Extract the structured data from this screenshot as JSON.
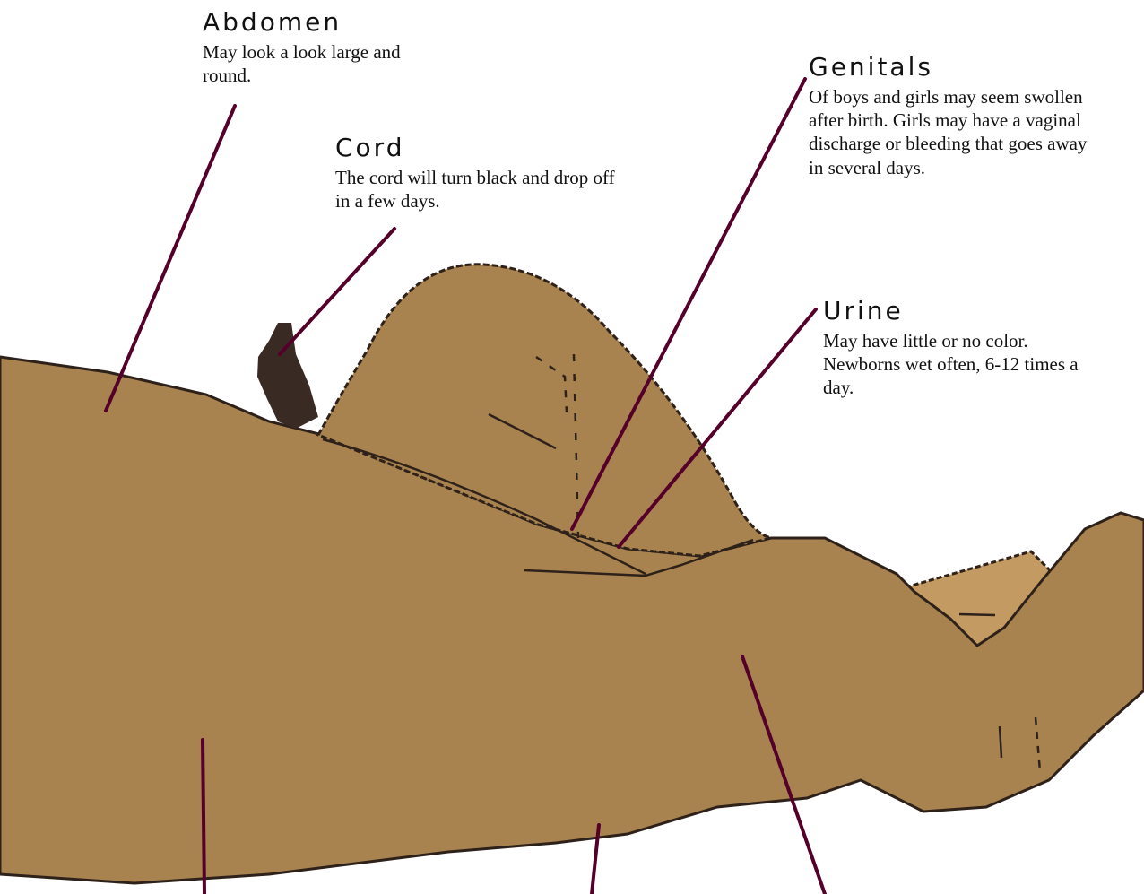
{
  "callouts": {
    "abdomen": {
      "title": "Abdomen",
      "desc": "May look a look large and round."
    },
    "cord": {
      "title": "Cord",
      "desc": "The cord will turn black and drop off in a few days."
    },
    "genitals": {
      "title": "Genitals",
      "desc": "Of boys and girls may seem swollen after birth. Girls may have a vaginal discharge or bleeding that goes away in several days."
    },
    "urine": {
      "title": "Urine",
      "desc": "May have little or no color. Newborns wet often, 6-12 times a day."
    }
  },
  "colors": {
    "skin": "#a8834f",
    "skin_light": "#c49a63",
    "outline": "#2e211a",
    "leader_line": "#55002a",
    "cord": "#3a2a24"
  }
}
